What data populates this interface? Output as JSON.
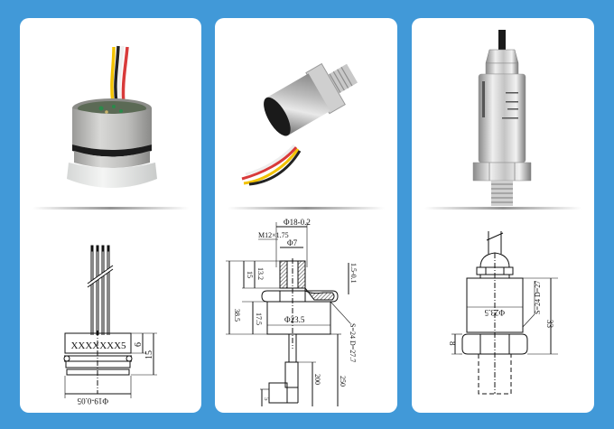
{
  "page": {
    "background_color": "#4199d8",
    "panel_color": "#ffffff"
  },
  "products": [
    {
      "name": "flush-diaphragm-pressure-sensor-core",
      "photo_alt": "Cylindrical pressure sensor core with O-ring and 4 colored lead wires",
      "wire_colors": [
        "#f2c200",
        "#222222",
        "#ffffff",
        "#d83a3a"
      ],
      "drawing": {
        "marking": "XXXXXXX5",
        "dim_height_top": "6",
        "dim_height_total": "15",
        "dim_diameter": "Φ19-0.05",
        "dim_diameter_sup": "0"
      }
    },
    {
      "name": "threaded-pressure-transmitter",
      "photo_alt": "Stainless steel pressure transmitter with hex nut and M12 thread, with colored lead wires",
      "wire_colors": [
        "#f2c200",
        "#d83a3a",
        "#222222",
        "#ffffff"
      ],
      "drawing": {
        "dim_outer_diameter": "Φ18-0.2",
        "dim_outer_diameter_sup": "0",
        "dim_thread": "M12×1.75",
        "dim_bore": "Φ7",
        "dim_groove": "1.5-0.1",
        "dim_groove_sup": "0",
        "dim_thread_len_a": "13.2",
        "dim_thread_len_b": "15",
        "dim_total": "38.5",
        "dim_body": "17.5",
        "dim_body_diameter": "Φ23.5",
        "dim_hex": "S=24 D=27.7",
        "dim_cable_a": "200",
        "dim_cable_b": "250",
        "dim_connector": "5"
      }
    },
    {
      "name": "industrial-pressure-transmitter",
      "photo_alt": "Stainless steel industrial pressure transmitter with cable gland and threaded port",
      "drawing": {
        "dim_body_diameter": "Φ23.5",
        "dim_hex": "S=24 D=27",
        "dim_height": "33",
        "dim_hex_height": "8"
      }
    }
  ]
}
